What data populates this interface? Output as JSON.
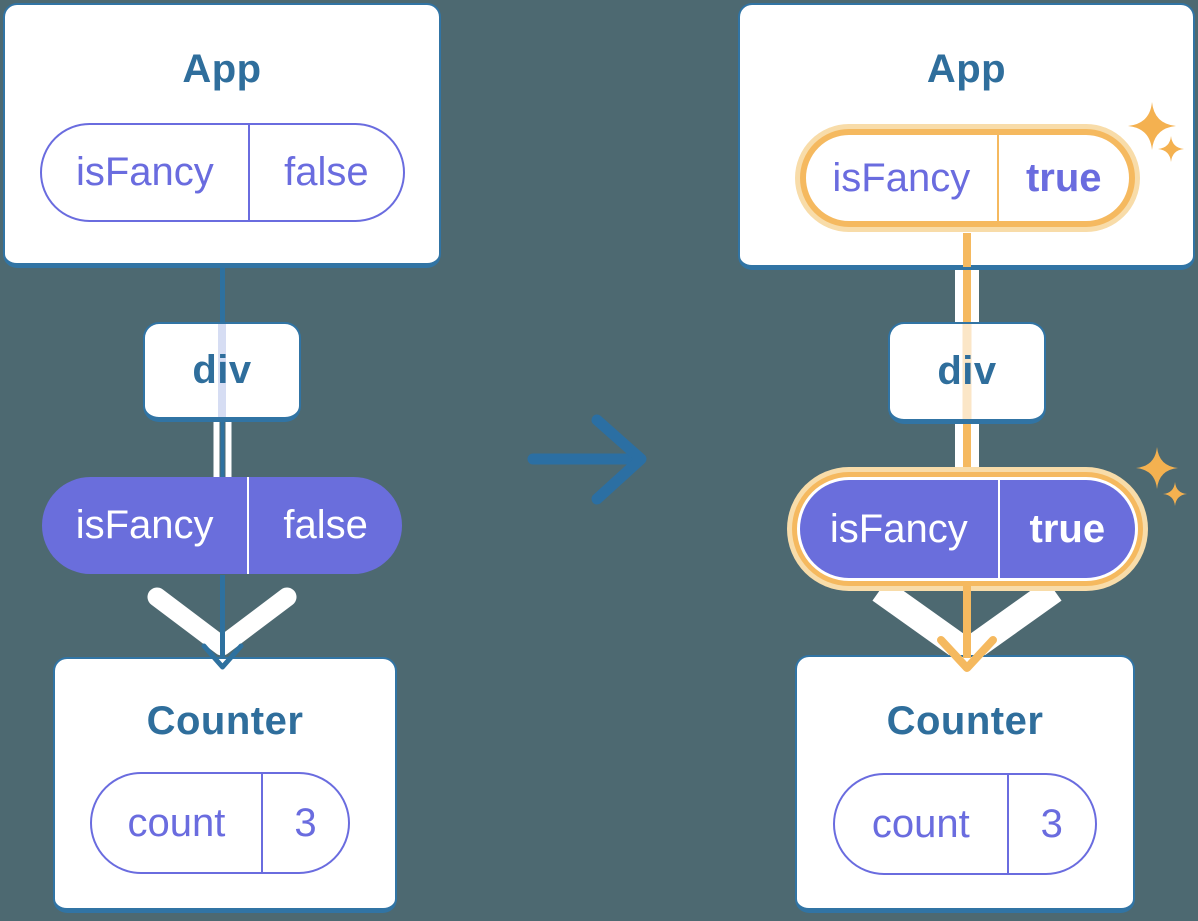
{
  "colors": {
    "background": "#4D6971",
    "card_border": "#3174A4",
    "title_text": "#2F6E9C",
    "purple": "#6A6CDF",
    "purple_fill": "#6A6EDC",
    "thread_blue": "#2E719F",
    "lavender": "#D6DDF3",
    "orange": "#F5B95F",
    "orange_strong": "#F0A44A",
    "orange_light": "#F8DCA9",
    "peach": "#FBE6C7",
    "sparkle": "#F4B150",
    "arrow_blue": "#2B6FA3",
    "white": "#FFFFFF"
  },
  "left_tree": {
    "app": {
      "title": "App",
      "prop_name": "isFancy",
      "prop_value": "false"
    },
    "div_node": {
      "label": "div"
    },
    "passed_prop": {
      "name": "isFancy",
      "value": "false"
    },
    "counter": {
      "title": "Counter",
      "state_name": "count",
      "state_value": "3"
    }
  },
  "right_tree": {
    "app": {
      "title": "App",
      "prop_name": "isFancy",
      "prop_value": "true"
    },
    "div_node": {
      "label": "div"
    },
    "passed_prop": {
      "name": "isFancy",
      "value": "true"
    },
    "counter": {
      "title": "Counter",
      "state_name": "count",
      "state_value": "3"
    }
  }
}
